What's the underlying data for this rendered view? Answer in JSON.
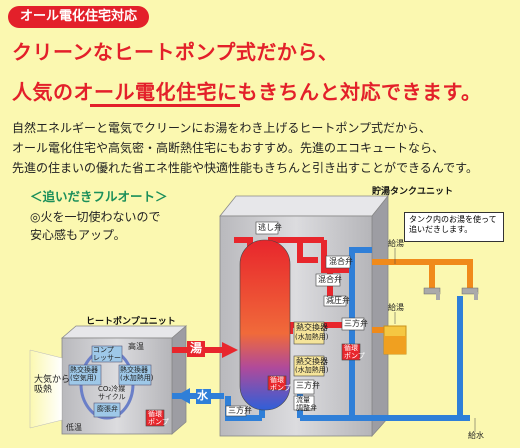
{
  "tag": "オール電化住宅対応",
  "headline": {
    "line1": "クリーンなヒートポンプ式だから、",
    "line2": "人気のオール電化住宅にもきちんと対応できます。"
  },
  "body": [
    "自然エネルギーと電気でクリーンにお湯をわき上げるヒートポンプ式だから、",
    "オール電化住宅や高気密・高断熱住宅にもおすすめ。先進のエコキュートなら、",
    "先進の住まいの優れた省エネ性能や快適性能もきちんと引き出すことができるんです。"
  ],
  "feature": {
    "title": "＜追いだきフルオート＞",
    "line1": "◎火を一切使わないので",
    "line2": "安心感もアップ。"
  },
  "diagram": {
    "tank_unit_title": "貯湯タンクユニット",
    "heatpump_unit_title": "ヒートポンプユニット",
    "callout": "タンク内のお湯を使って追いだきします。",
    "labels": {
      "relief_valve": "逃し弁",
      "mixing_valve_top": "混合弁",
      "mixing_valve_mid": "混合弁",
      "pressure_reducer": "減圧弁",
      "three_way_valve_1": "三方弁",
      "three_way_valve_2": "三方弁",
      "three_way_valve_3": "三方弁",
      "hx_bath_1": "熱交換器",
      "hx_bath_1_sub": "(水加熱用)",
      "hx_bath_2": "熱交換器",
      "hx_bath_2_sub": "(水加熱用)",
      "pump_circ_1": "循環\nポンプ",
      "pump_circ_2": "循環\nポンプ",
      "pump_circ_3": "循環\nポンプ",
      "flow_valve": "流量\n調整弁",
      "supply_hot": "給湯",
      "supply_hot_2": "給湯",
      "supply_water": "給水",
      "hot_water": "湯",
      "water": "水",
      "compressor": "コンプ\nレッサー",
      "high_temp": "高温",
      "low_temp": "低温",
      "hx_air": "熱交換器\n(空気用)",
      "co2": "CO₂冷媒\nサイクル",
      "hx_water": "熱交換器\n(水加熱用)",
      "expansion": "膨張弁",
      "air_intake": "大気から\n吸熱"
    }
  },
  "colors": {
    "background": "#fbf8b0",
    "accent_red": "#e3202a",
    "hot_pipe": "#e8262c",
    "cold_pipe": "#2f7fd8",
    "bath_pipe": "#f08a1a",
    "green": "#1b8f5a",
    "unit_gray": "#c9c9cc"
  }
}
